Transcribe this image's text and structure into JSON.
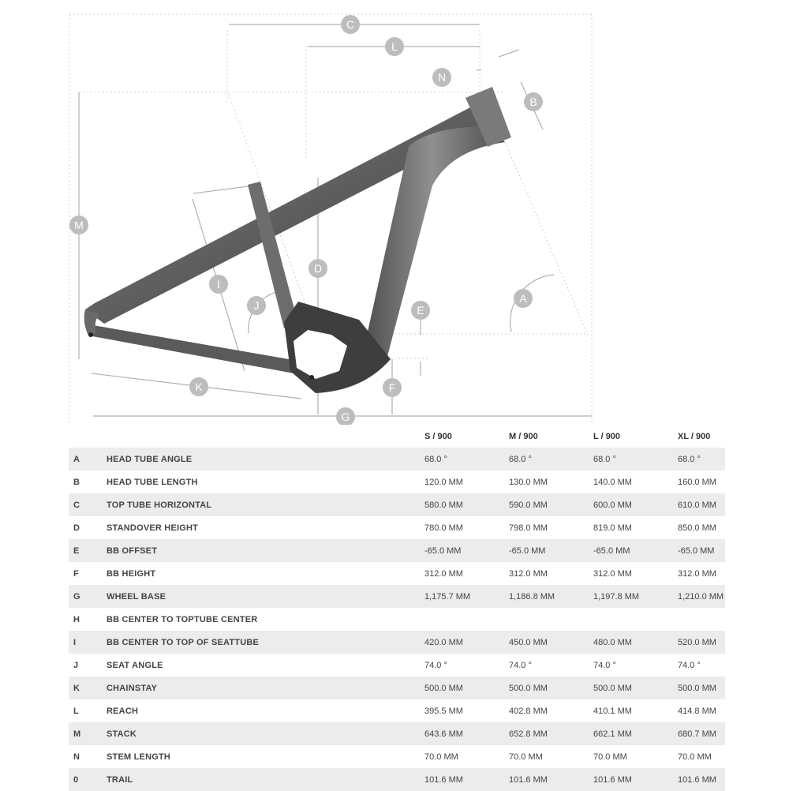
{
  "diagram": {
    "markers": [
      "C",
      "L",
      "N",
      "B",
      "M",
      "I",
      "D",
      "J",
      "E",
      "A",
      "K",
      "F",
      "G"
    ]
  },
  "table": {
    "headers": [
      "",
      "",
      "S / 900",
      "M / 900",
      "L / 900",
      "XL / 900"
    ],
    "rows": [
      {
        "key": "A",
        "label": "HEAD TUBE ANGLE",
        "values": [
          "68.0 °",
          "68.0 °",
          "68.0 °",
          "68.0 °"
        ]
      },
      {
        "key": "B",
        "label": "HEAD TUBE LENGTH",
        "values": [
          "120.0 MM",
          "130.0 MM",
          "140.0 MM",
          "160.0 MM"
        ]
      },
      {
        "key": "C",
        "label": "TOP TUBE HORIZONTAL",
        "values": [
          "580.0 MM",
          "590.0 MM",
          "600.0 MM",
          "610.0 MM"
        ]
      },
      {
        "key": "D",
        "label": "STANDOVER HEIGHT",
        "values": [
          "780.0 MM",
          "798.0 MM",
          "819.0 MM",
          "850.0 MM"
        ]
      },
      {
        "key": "E",
        "label": "BB OFFSET",
        "values": [
          "-65.0 MM",
          "-65.0 MM",
          "-65.0 MM",
          "-65.0 MM"
        ]
      },
      {
        "key": "F",
        "label": "BB HEIGHT",
        "values": [
          "312.0 MM",
          "312.0 MM",
          "312.0 MM",
          "312.0 MM"
        ]
      },
      {
        "key": "G",
        "label": "WHEEL BASE",
        "values": [
          "1,175.7 MM",
          "1,186.8 MM",
          "1,197.8 MM",
          "1,210.0 MM"
        ]
      },
      {
        "key": "H",
        "label": "BB CENTER TO TOPTUBE CENTER",
        "values": [
          "",
          "",
          "",
          ""
        ]
      },
      {
        "key": "I",
        "label": "BB CENTER TO TOP OF SEATTUBE",
        "values": [
          "420.0 MM",
          "450.0 MM",
          "480.0 MM",
          "520.0 MM"
        ]
      },
      {
        "key": "J",
        "label": "SEAT ANGLE",
        "values": [
          "74.0 °",
          "74.0 °",
          "74.0 °",
          "74.0 °"
        ]
      },
      {
        "key": "K",
        "label": "CHAINSTAY",
        "values": [
          "500.0 MM",
          "500.0 MM",
          "500.0 MM",
          "500.0 MM"
        ]
      },
      {
        "key": "L",
        "label": "REACH",
        "values": [
          "395.5 MM",
          "402.8 MM",
          "410.1 MM",
          "414.8 MM"
        ]
      },
      {
        "key": "M",
        "label": "STACK",
        "values": [
          "643.6 MM",
          "652.8 MM",
          "662.1 MM",
          "680.7 MM"
        ]
      },
      {
        "key": "N",
        "label": "STEM LENGTH",
        "values": [
          "70.0 MM",
          "70.0 MM",
          "70.0 MM",
          "70.0 MM"
        ]
      },
      {
        "key": "0",
        "label": "TRAIL",
        "values": [
          "101.6 MM",
          "101.6 MM",
          "101.6 MM",
          "101.6 MM"
        ]
      }
    ]
  }
}
